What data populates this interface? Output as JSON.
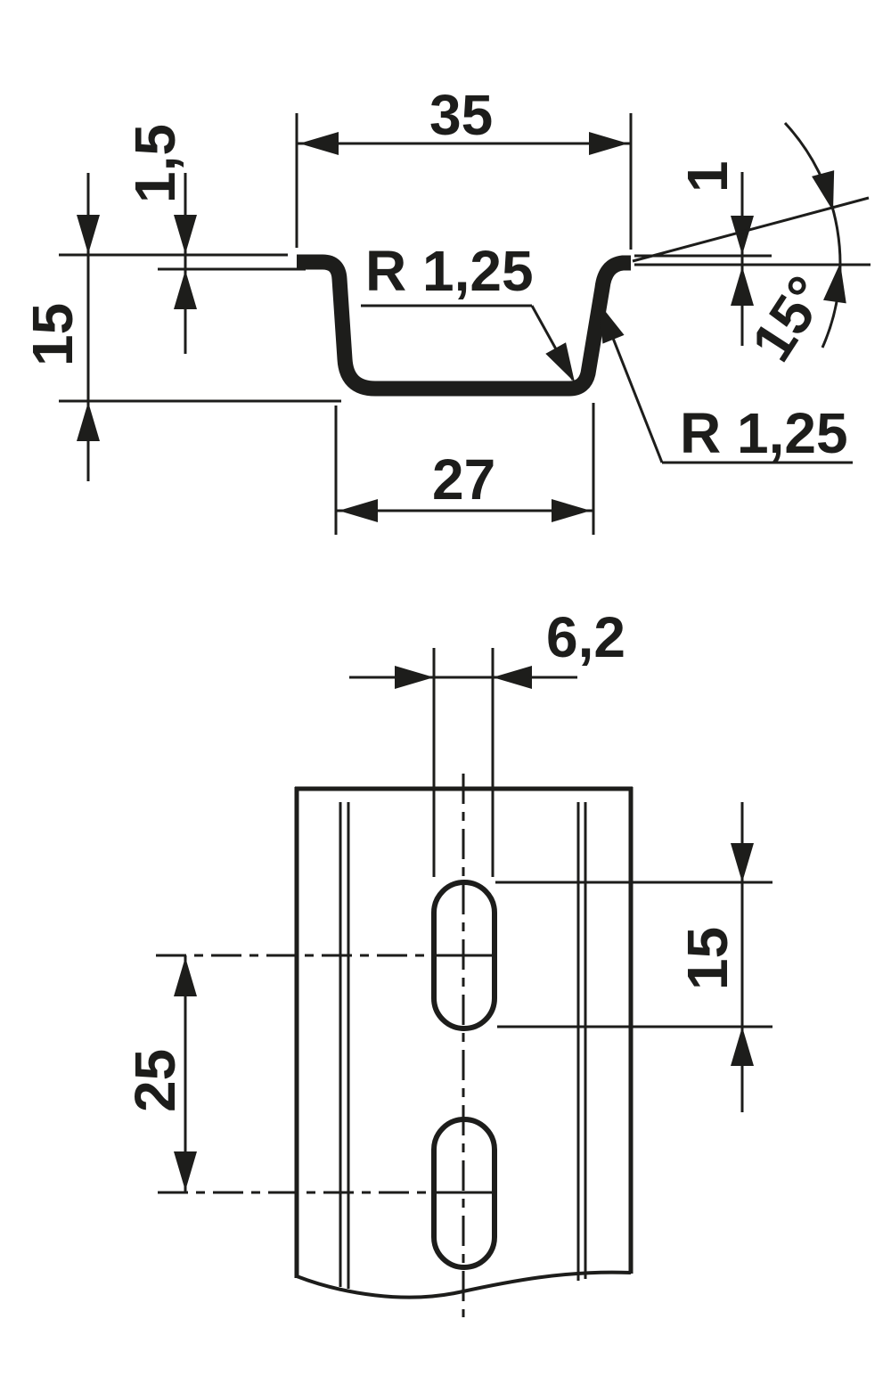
{
  "drawing": {
    "background": "#ffffff",
    "line_color": "#1d1d1b",
    "cross_section": {
      "overall_width": "35",
      "flange_thickness": "1,5",
      "height": "15",
      "inner_radius": "R 1,25",
      "lip_thickness": "1",
      "lip_angle": "15°",
      "outer_radius": "R 1,25",
      "base_width": "27"
    },
    "plan": {
      "slot_width": "6,2",
      "slot_length": "15",
      "slot_pitch": "25"
    }
  }
}
